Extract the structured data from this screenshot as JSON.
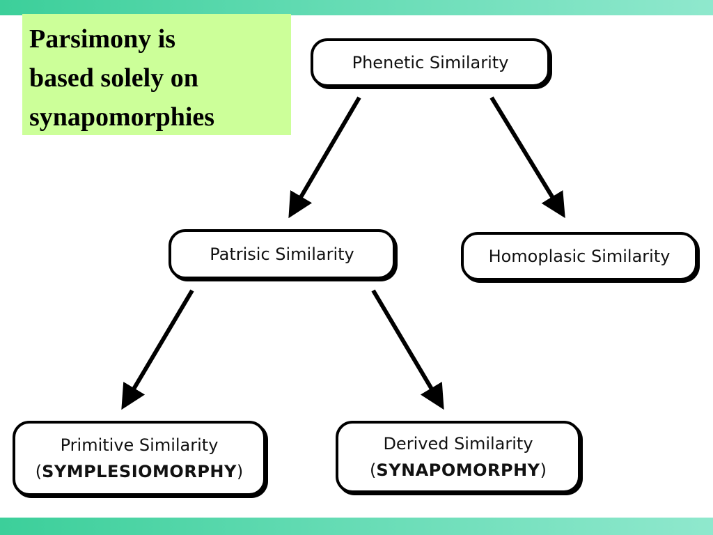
{
  "callout": {
    "lines": [
      "Parsimony is",
      "based solely on",
      "synapomorphies"
    ],
    "background": "#ccff99"
  },
  "diagram": {
    "nodes": {
      "phenetic": {
        "label": "Phenetic Similarity"
      },
      "patrisic": {
        "label": "Patrisic Similarity"
      },
      "homoplasic": {
        "label": "Homoplasic Similarity"
      },
      "primitive": {
        "label": "Primitive Similarity",
        "open": "(",
        "term": "SYMPLESIOMORPHY",
        "close": ")"
      },
      "derived": {
        "label": "Derived Similarity",
        "open": "(",
        "term": "SYNAPOMORPHY",
        "close": ")"
      }
    },
    "edges": [
      {
        "from": "phenetic",
        "to": "patrisic"
      },
      {
        "from": "phenetic",
        "to": "homoplasic"
      },
      {
        "from": "patrisic",
        "to": "primitive"
      },
      {
        "from": "patrisic",
        "to": "derived"
      }
    ]
  },
  "theme": {
    "band_start": "#3ccf9a",
    "band_end": "#8fe8cd",
    "ink": "#000000"
  }
}
